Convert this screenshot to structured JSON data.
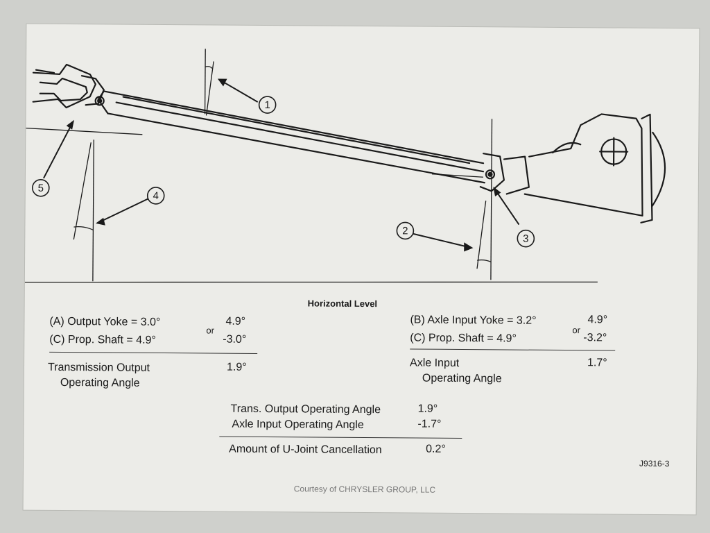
{
  "callouts": [
    "1",
    "2",
    "3",
    "4",
    "5"
  ],
  "header": "Horizontal Level",
  "left_block": {
    "row_a": "(A) Output Yoke  =  3.0°",
    "row_c": "(C) Prop. Shaft   =  4.9°",
    "alt_top": "4.9°",
    "alt_bottom": "-3.0°",
    "or": "or",
    "result_label_1": "Transmission Output",
    "result_label_2": "Operating Angle",
    "result_value": "1.9°"
  },
  "right_block": {
    "row_b": "(B) Axle Input Yoke  =  3.2°",
    "row_c": "(C) Prop. Shaft         =  4.9°",
    "alt_top": "4.9°",
    "alt_bottom": "-3.2°",
    "or": "or",
    "result_label_1": "Axle Input",
    "result_label_2": "Operating Angle",
    "result_value": "1.7°"
  },
  "summary": {
    "trans_label": "Trans. Output Operating Angle",
    "trans_value": "1.9°",
    "axle_label": "Axle Input Operating Angle",
    "axle_value": "-1.7°",
    "cancel_label": "Amount of U-Joint Cancellation",
    "cancel_value": "0.2°"
  },
  "figure_id": "J9316-3",
  "courtesy": "Courtesy of CHRYSLER GROUP, LLC"
}
